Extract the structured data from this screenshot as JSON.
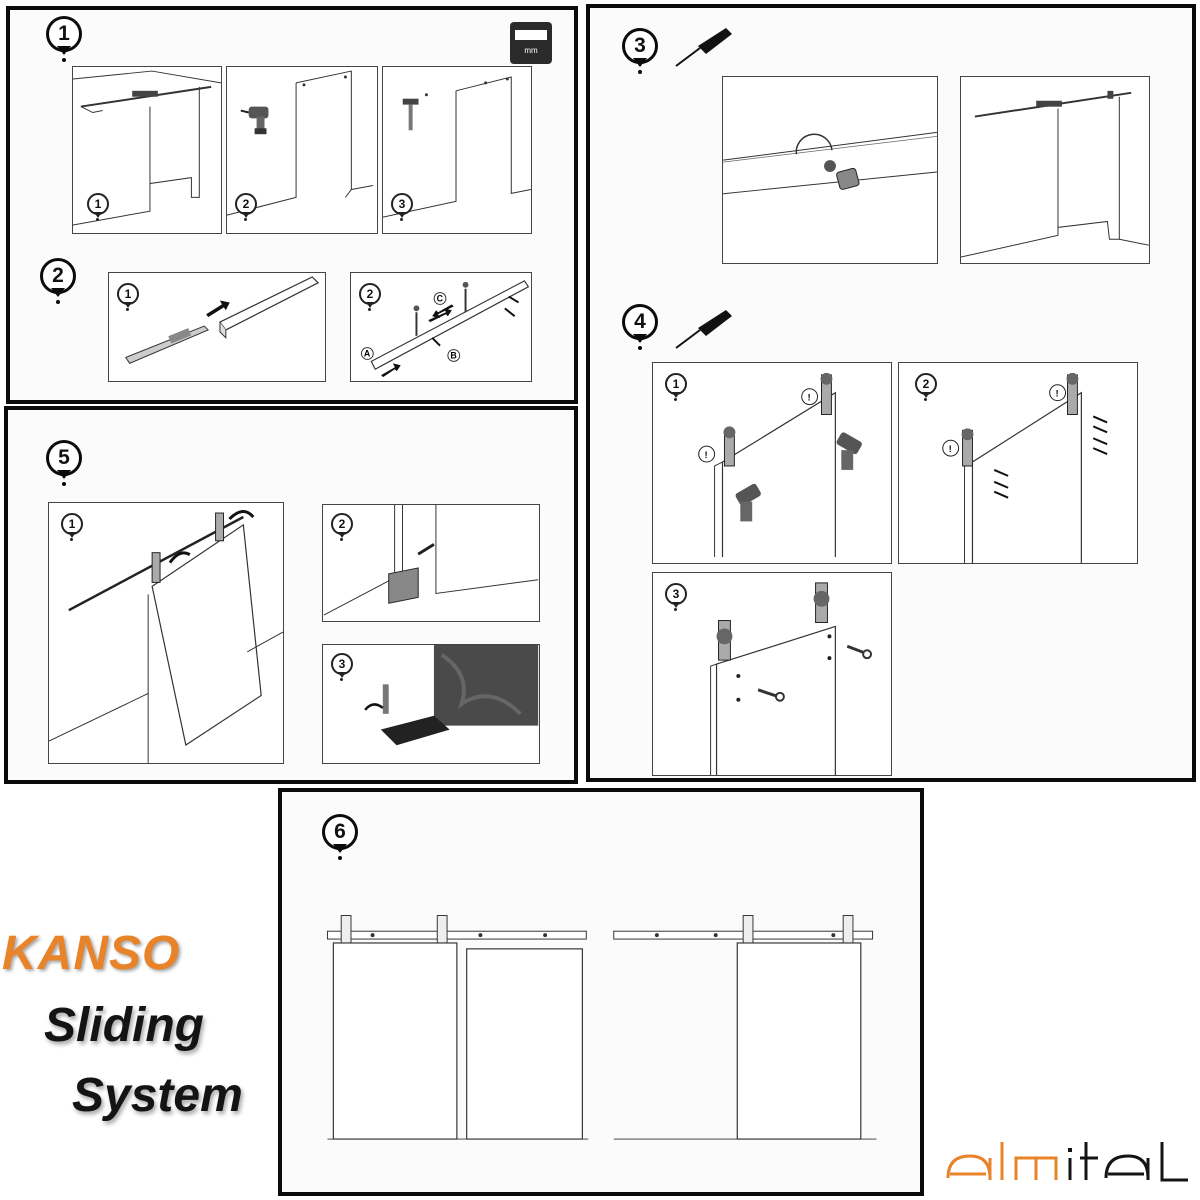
{
  "steps": {
    "s1": {
      "number": "1",
      "subs": [
        "1",
        "2",
        "3"
      ],
      "measure_unit": "mm"
    },
    "s2": {
      "number": "2",
      "subs": [
        "1",
        "2"
      ],
      "letters": [
        "A",
        "B",
        "C"
      ]
    },
    "s3": {
      "number": "3"
    },
    "s4": {
      "number": "4",
      "subs": [
        "1",
        "2",
        "3"
      ],
      "warning": "!"
    },
    "s5": {
      "number": "5",
      "subs": [
        "1",
        "2",
        "3"
      ]
    },
    "s6": {
      "number": "6"
    }
  },
  "brand": {
    "line1": "KANSO",
    "line2": "Sliding",
    "line3": "System",
    "logo_text": "almital",
    "colors": {
      "accent": "#e8832a",
      "dark": "#141414"
    }
  },
  "icons": [
    "ruler-icon",
    "screwdriver-icon",
    "drill-icon",
    "hammer-icon",
    "arrow-icon",
    "warning-icon",
    "wrench-icon"
  ]
}
